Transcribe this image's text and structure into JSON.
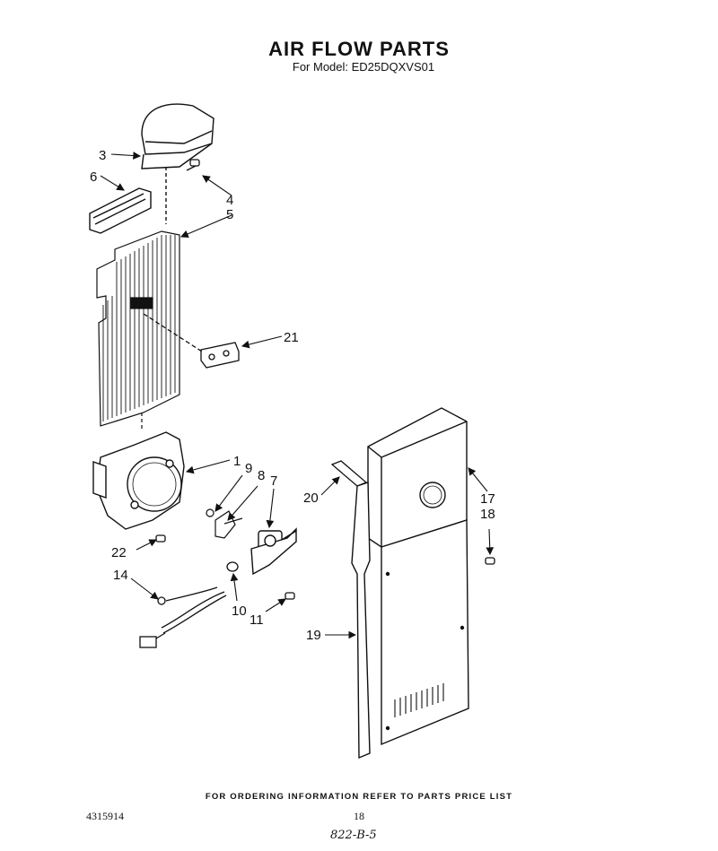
{
  "header": {
    "title": "AIR FLOW PARTS",
    "subtitle": "For Model: ED25DQXVS01"
  },
  "callouts": {
    "c1": "1",
    "c3": "3",
    "c4": "4",
    "c5": "5",
    "c6": "6",
    "c7": "7",
    "c8": "8",
    "c9": "9",
    "c10": "10",
    "c11": "11",
    "c14": "14",
    "c17": "17",
    "c18": "18",
    "c19": "19",
    "c20": "20",
    "c21": "21",
    "c22": "22"
  },
  "footer": {
    "note": "FOR ORDERING INFORMATION REFER TO PARTS PRICE LIST",
    "doc_number": "4315914",
    "page_number": "18",
    "handwritten": "822-B-5"
  }
}
